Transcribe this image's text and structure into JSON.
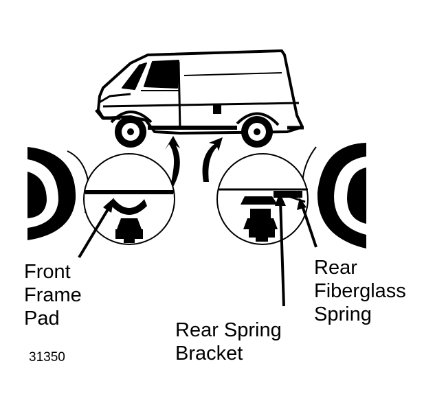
{
  "labels": {
    "front_frame_pad": [
      "Front",
      "Frame",
      "Pad"
    ],
    "rear_spring_bracket": [
      "Rear Spring",
      "Bracket"
    ],
    "rear_fiberglass_spring": [
      "Rear",
      "Fiberglass",
      "Spring"
    ]
  },
  "figure_number": "31350",
  "colors": {
    "ink": "#000000",
    "paper": "#ffffff"
  }
}
